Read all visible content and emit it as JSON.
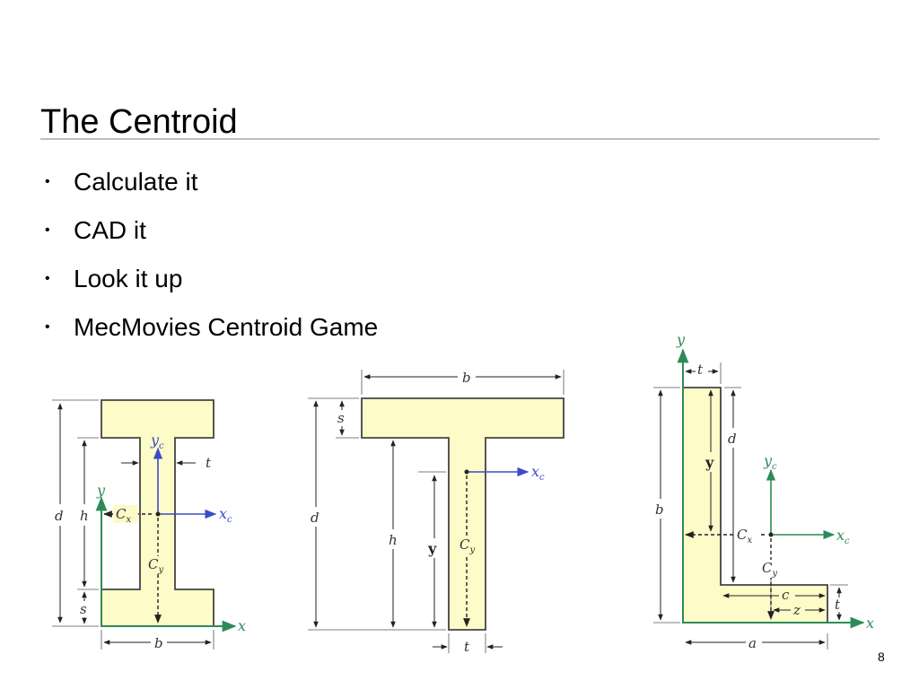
{
  "slide": {
    "title": "The Centroid",
    "bullets": [
      "Calculate it",
      "CAD it",
      "Look it up",
      "MecMovies Centroid Game"
    ],
    "page_number": "8"
  },
  "colors": {
    "shape_fill": "#fdfbc8",
    "shape_stroke": "#444444",
    "axis_green": "#2e8b57",
    "axis_blue": "#3b4bc8"
  },
  "figures": {
    "i_beam": {
      "d": "d",
      "h": "h",
      "s": "s",
      "b": "b",
      "t": "t",
      "x": "x",
      "y": "y",
      "xc": "x",
      "yc": "y",
      "sub_c": "c",
      "cx": "C",
      "cx_sub": "x",
      "cy": "C",
      "cy_sub": "y"
    },
    "t_beam": {
      "b": "b",
      "s": "s",
      "d": "d",
      "h": "h",
      "ybar": "y",
      "t": "t",
      "xc": "x",
      "sub_c": "c",
      "cy": "C",
      "cy_sub": "y"
    },
    "angle": {
      "y": "y",
      "t_top": "t",
      "d": "d",
      "b": "b",
      "ybar": "y",
      "yc": "y",
      "xc": "x",
      "sub_c": "c",
      "cx": "C",
      "cx_sub": "x",
      "cy": "C",
      "cy_sub": "y",
      "c": "c",
      "z": "z",
      "t_right": "t",
      "x": "x",
      "a": "a"
    }
  }
}
